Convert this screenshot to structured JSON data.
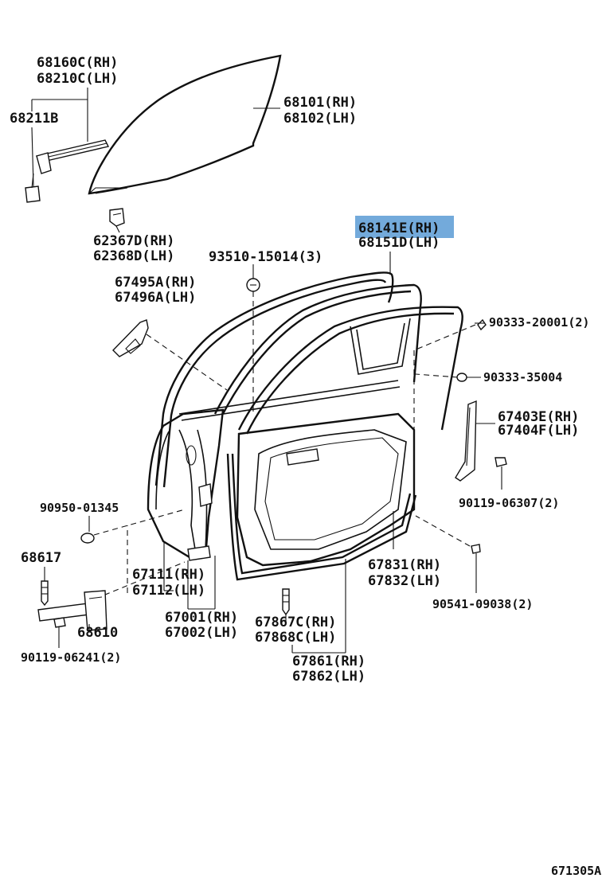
{
  "diagram_code": "671305A",
  "highlight_color": "#5b9bd5",
  "labels": {
    "glass_run_a": "68160C(RH)",
    "glass_run_b": "68210C(LH)",
    "glass_a": "68101(RH)",
    "glass_b": "68102(LH)",
    "channel": "68211B",
    "clip_a": "62367D(RH)",
    "clip_b": "62368D(LH)",
    "weatherstrip_a": "68141E(RH)",
    "weatherstrip_b": "68151D(LH)",
    "screw": "93510-15014(3)",
    "cover_a": "67495A(RH)",
    "cover_b": "67496A(LH)",
    "bolt_a": "90333-20001(2)",
    "bolt_b": "90333-35004",
    "mould_a": "67403E(RH)",
    "mould_b": "67404F(LH)",
    "screw_b": "90119-06307(2)",
    "bumper": "90950-01345",
    "stopper": "68617",
    "hinge_a": "67111(RH)",
    "hinge_b": "67112(LH)",
    "door_a": "67001(RH)",
    "door_b": "67002(LH)",
    "check": "68610",
    "screw_c": "90119-06241(2)",
    "seal_a": "67831(RH)",
    "seal_b": "67832(LH)",
    "clip_c": "90541-09038(2)",
    "fastener_a": "67867C(RH)",
    "fastener_b": "67868C(LH)",
    "frame_a": "67861(RH)",
    "frame_b": "67862(LH)"
  }
}
